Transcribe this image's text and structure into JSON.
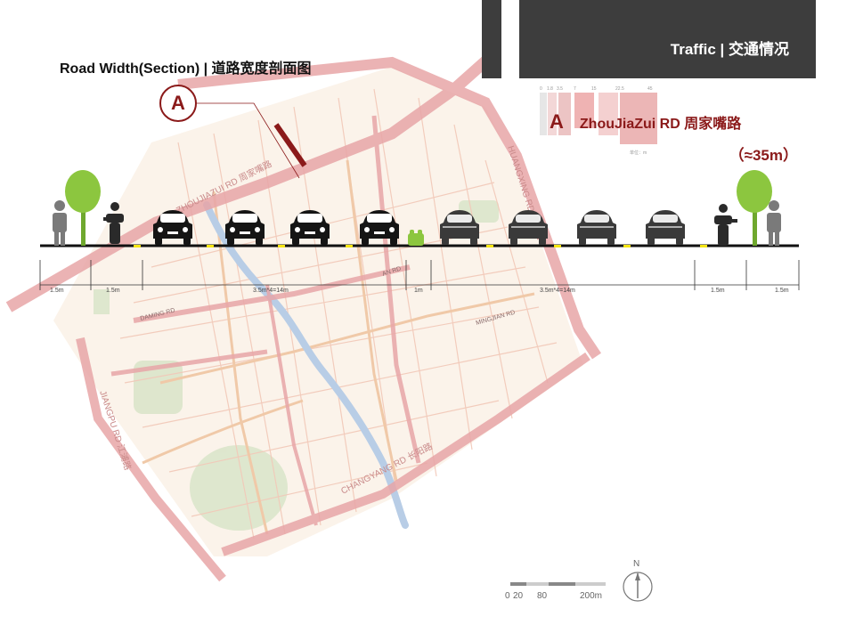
{
  "header": {
    "title": "Traffic  |  交通情况"
  },
  "section_title": "Road Width(Section) |   道路宽度剖面图",
  "marker": {
    "letter": "A"
  },
  "road": {
    "letter": "A",
    "name": "ZhouJiaZui RD  周家嘴路",
    "width": "（≈35m）"
  },
  "legend": {
    "ticks": [
      "0",
      "1.8",
      "3.5",
      "7",
      "15",
      "22.5",
      "45"
    ],
    "unit": "单位：m",
    "colors": [
      "#e8e8e8",
      "#f3d7d7",
      "#f0b8b8",
      "#e99aa0",
      "#e8aaaa"
    ]
  },
  "dimensions": {
    "sidewalk_left_1": "1.5m",
    "sidewalk_left_2": "1.5m",
    "lanes_left": "3.5m*4=14m",
    "median": "1m",
    "lanes_right": "3.5m*4=14m",
    "sidewalk_right_1": "1.5m",
    "sidewalk_right_2": "1.5m"
  },
  "streets": {
    "zhoujiazui": "ZHOUJIAZUI RD  周家嘴路",
    "huangxing": "HUANGXING RD  黄兴路",
    "changyang": "CHANGYANG RD  长阳路",
    "jiangpu": "JIANGPU RD  江浦路",
    "minor_1": "AN RD",
    "minor_2": "DAMING RD",
    "minor_3": "MINGJIAN RD"
  },
  "scale_bar": {
    "ticks": [
      "0",
      "20",
      "80",
      "200m"
    ],
    "north": "N"
  },
  "colors": {
    "header_bg": "#3d3d3d",
    "accent": "#8b1a1a",
    "main_road": "#e8a6a8",
    "minor_road": "#f2c8b8",
    "river": "#b8cde6",
    "green": "#d7e3c7",
    "tree": "#8cc63f",
    "car_dark": "#151515",
    "car_gray": "#3a3a3a",
    "lane_mark": "#f5e615"
  }
}
